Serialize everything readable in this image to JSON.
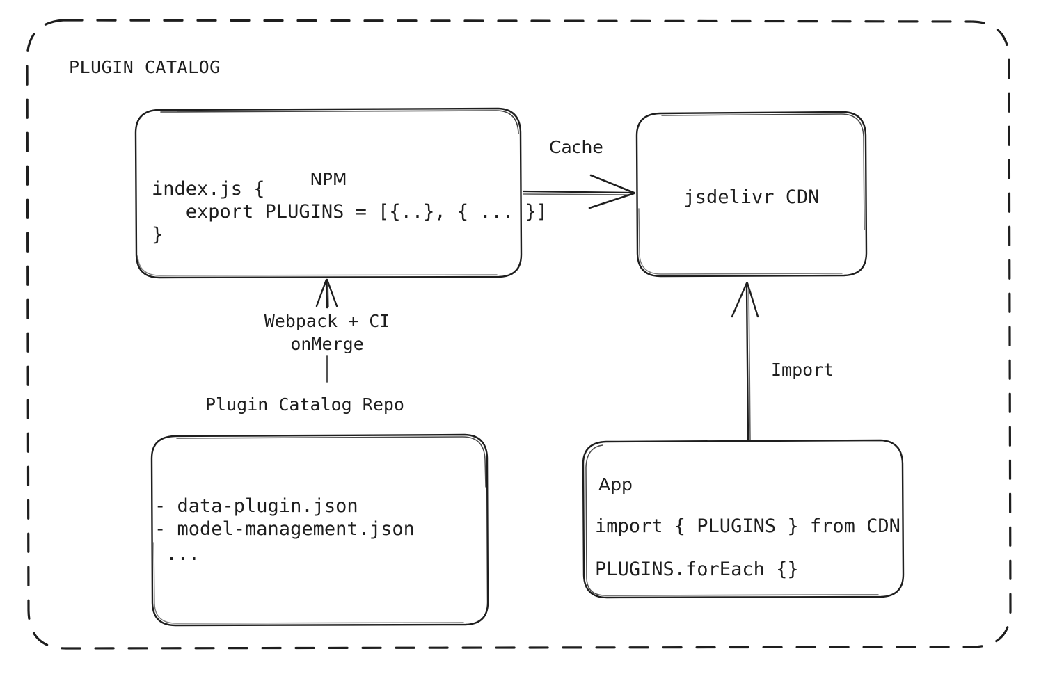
{
  "diagram": {
    "section_title": "PLUGIN CATALOG",
    "colors": {
      "stroke": "#1e1e1e",
      "background": "#ffffff",
      "text": "#1e1e1e"
    },
    "nodes": {
      "npm": {
        "title": "NPM",
        "code_line_1": "index.js {",
        "code_line_2": "   export PLUGINS = [{..}, { ... }]",
        "code_line_3": "}"
      },
      "cdn": {
        "title": "jsdelivr CDN"
      },
      "repo": {
        "label": "Plugin Catalog Repo",
        "file_1": "- data-plugin.json",
        "file_2": "- model-management.json",
        "file_3": " ..."
      },
      "app": {
        "title": "App",
        "code_line_1": "import { PLUGINS } from CDN",
        "code_line_2": "PLUGINS.forEach {}"
      }
    },
    "edges": {
      "cache": {
        "label": "Cache",
        "from": "npm",
        "to": "cdn"
      },
      "build": {
        "label_line_1": "Webpack + CI",
        "label_line_2": "onMerge",
        "from": "repo",
        "to": "npm"
      },
      "import": {
        "label": "Import",
        "from": "app",
        "to": "cdn"
      }
    }
  }
}
